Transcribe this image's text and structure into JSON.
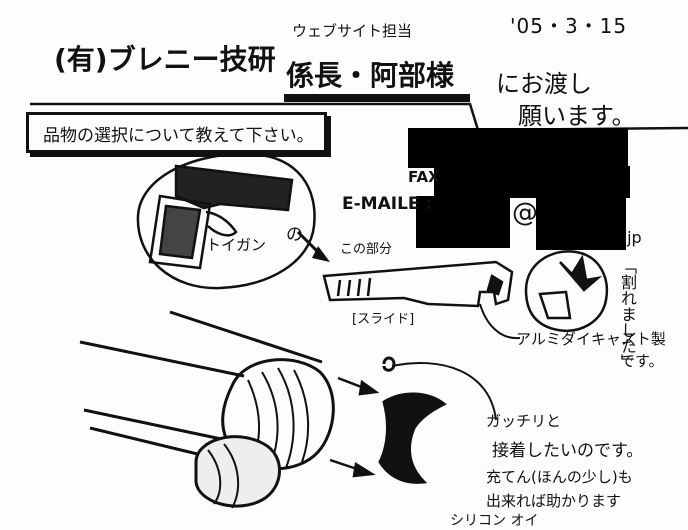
{
  "note": {
    "date": "'05・3・15",
    "company": "(有)ブレニー技研",
    "department": "ウェブサイト担当",
    "addressee": "係長・阿部様",
    "deliver_line1": "にお渡し",
    "deliver_line2": "願います。",
    "request": "品物の選択について教えて下さい。",
    "fax_label": "FAX",
    "email_label": "E-MAILE :",
    "email_at": "@",
    "email_tld": ".jp",
    "toy_gun": "トイガン",
    "particle_no": "の",
    "this_part": "この部分",
    "slide_label": "[スライド]",
    "broken": "「割れました」",
    "aluminum": "アルミダイキャスト製",
    "desu": "です。",
    "want_line1": "ガッチリと",
    "want_line2": "接着したいのです。",
    "fill_line": "充てん(ほんの少し)も",
    "helps_line": "出来れば助かります",
    "bottom_cut": "シリコン オイ"
  },
  "colors": {
    "ink": "#111111",
    "paper": "#fdfdfb",
    "redaction": "#000000"
  }
}
